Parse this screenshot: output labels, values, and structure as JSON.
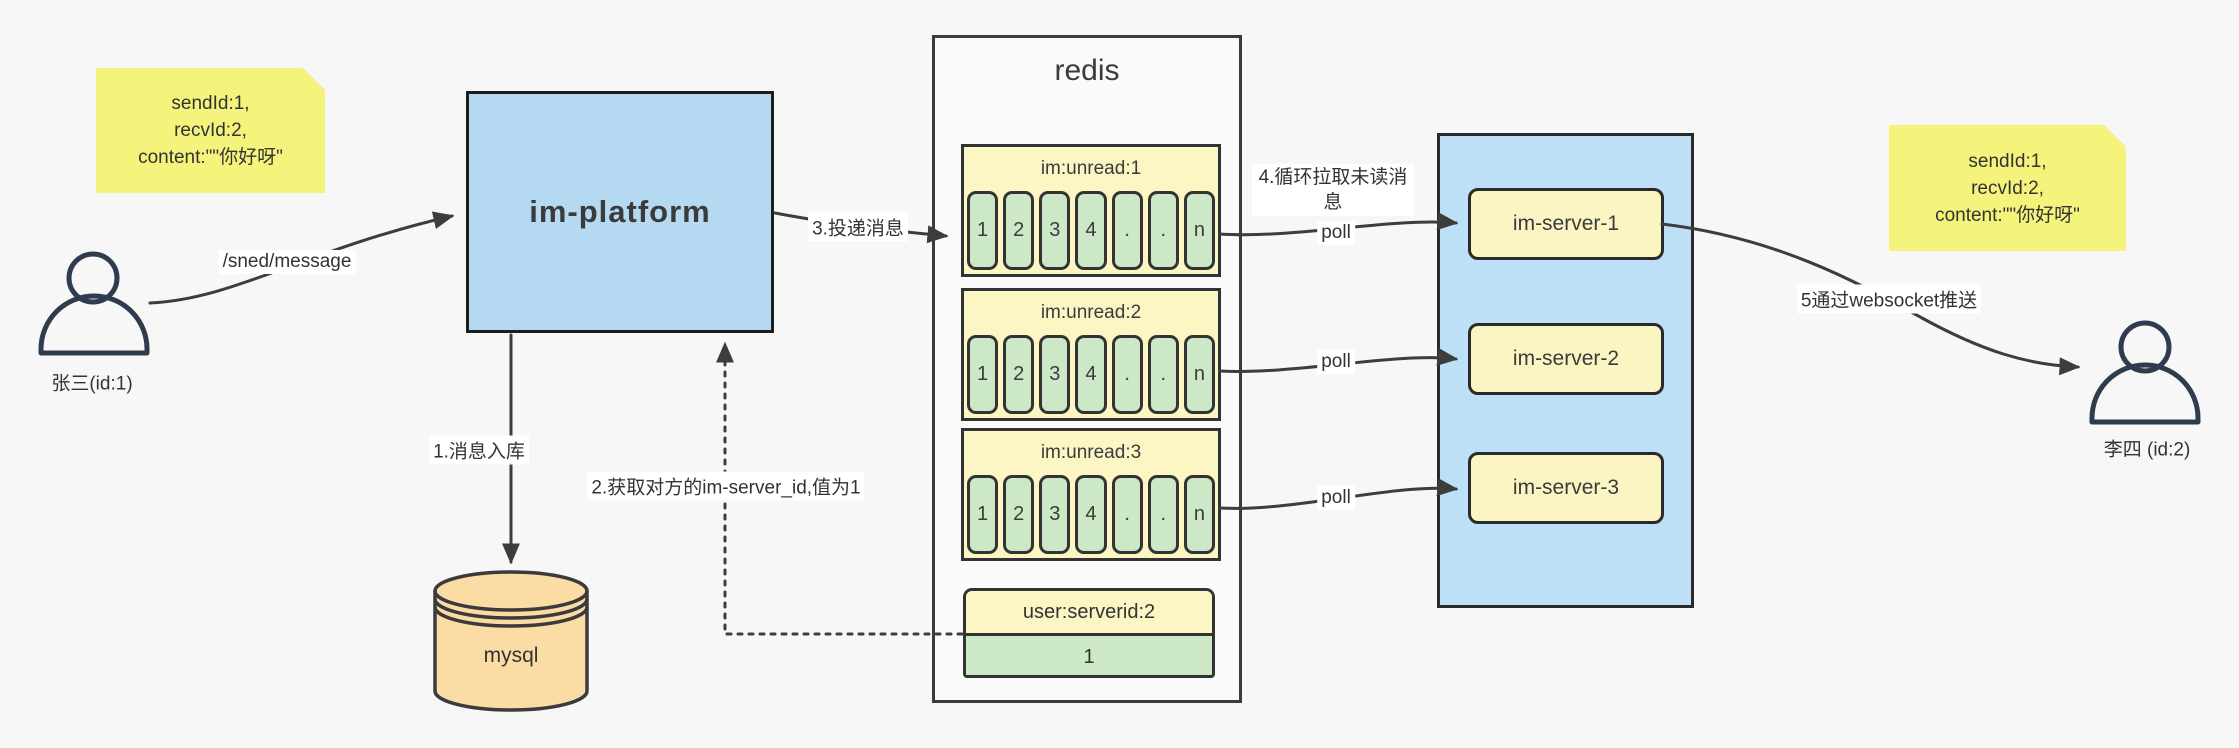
{
  "actors": {
    "sender": {
      "label": "张三(id:1)"
    },
    "receiver": {
      "label": "李四 (id:2)"
    }
  },
  "notes": {
    "left": {
      "lines": [
        "sendId:1,",
        "recvId:2,",
        "content:\"\"你好呀\""
      ]
    },
    "right": {
      "lines": [
        "sendId:1,",
        "recvId:2,",
        "content:\"\"你好呀\""
      ]
    }
  },
  "platform": {
    "label": "im-platform"
  },
  "database": {
    "label": "mysql"
  },
  "redis": {
    "title": "redis",
    "queues": [
      {
        "header": "im:unread:1",
        "cells": [
          "1",
          "2",
          "3",
          "4",
          ".",
          ".",
          "n"
        ]
      },
      {
        "header": "im:unread:2",
        "cells": [
          "1",
          "2",
          "3",
          "4",
          ".",
          ".",
          "n"
        ]
      },
      {
        "header": "im:unread:3",
        "cells": [
          "1",
          "2",
          "3",
          "4",
          ".",
          ".",
          "n"
        ]
      }
    ],
    "kv": {
      "header": "user:serverid:2",
      "value": "1"
    }
  },
  "serverCluster": {
    "servers": [
      {
        "label": "im-server-1"
      },
      {
        "label": "im-server-2"
      },
      {
        "label": "im-server-3"
      }
    ]
  },
  "edges": {
    "send": {
      "label": "/sned/message"
    },
    "store": {
      "label": "1.消息入库"
    },
    "fetch": {
      "label": "2.获取对方的im-server_id,值为1"
    },
    "deliver": {
      "label": "3.投递消息"
    },
    "pull": {
      "label": "4.循环拉取未读消息"
    },
    "poll1": {
      "label": "poll"
    },
    "poll2": {
      "label": "poll"
    },
    "poll3": {
      "label": "poll"
    },
    "push": {
      "label": "5通过websocket推送"
    }
  },
  "colors": {
    "background": "#f7f7f7",
    "platform_blue": "#b6d9f2",
    "cluster_blue": "#bee0f7",
    "note_yellow": "#f4f47c",
    "pale_yellow": "#fbf6c3",
    "cell_green": "#cde8c6",
    "db_orange": "#fbdca4",
    "line_dark": "#3d3d3d",
    "person_stroke": "#2e3c4e"
  }
}
